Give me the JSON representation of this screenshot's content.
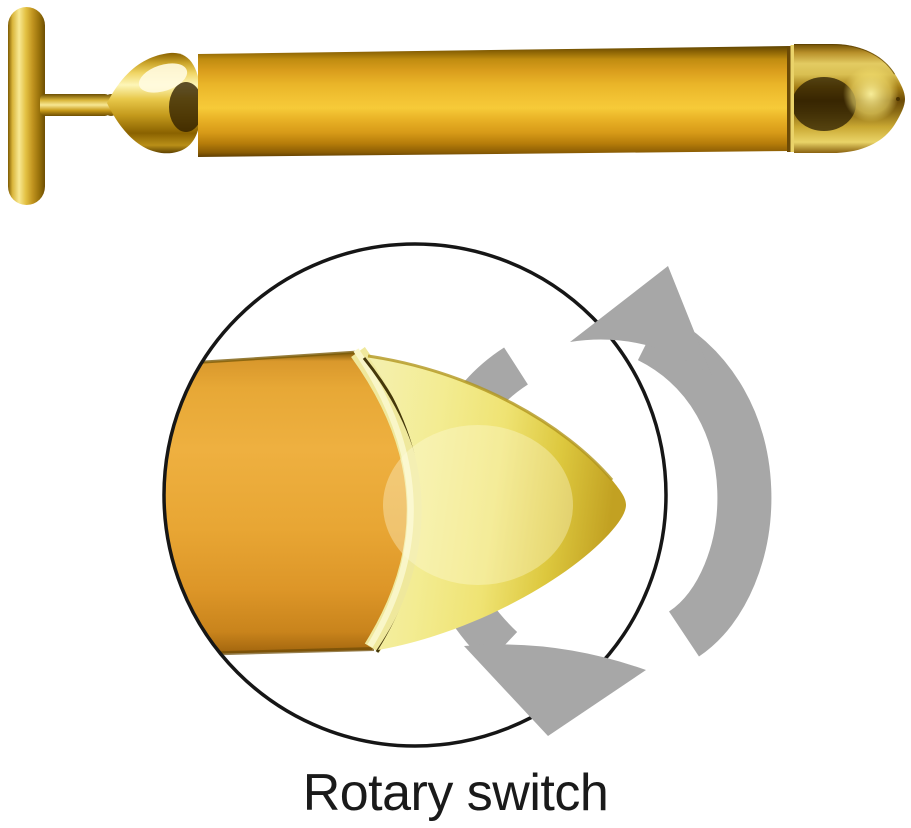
{
  "scene": {
    "type": "product-photo",
    "background": "#ffffff",
    "subject": "gold T-bar facial massager wand",
    "inset_annotation": "zoom circle on rotary switch end cap with rotation arrows"
  },
  "caption": {
    "label": "Rotary switch"
  },
  "icons": {
    "rotation_arrows": "two curved gray arrows circling the end cap indicating twist rotation"
  },
  "colors": {
    "page-bg": "#ffffff",
    "caption-text": "#1a1a1a",
    "circle-outline": "#161616",
    "arrow-gray": "#a7a7a7",
    "gold-matte": "#e8a832",
    "gold-bright": "#f6c933",
    "gold-shiny-cap": "#f0e070",
    "gold-dark-edge": "#6e4a02"
  }
}
